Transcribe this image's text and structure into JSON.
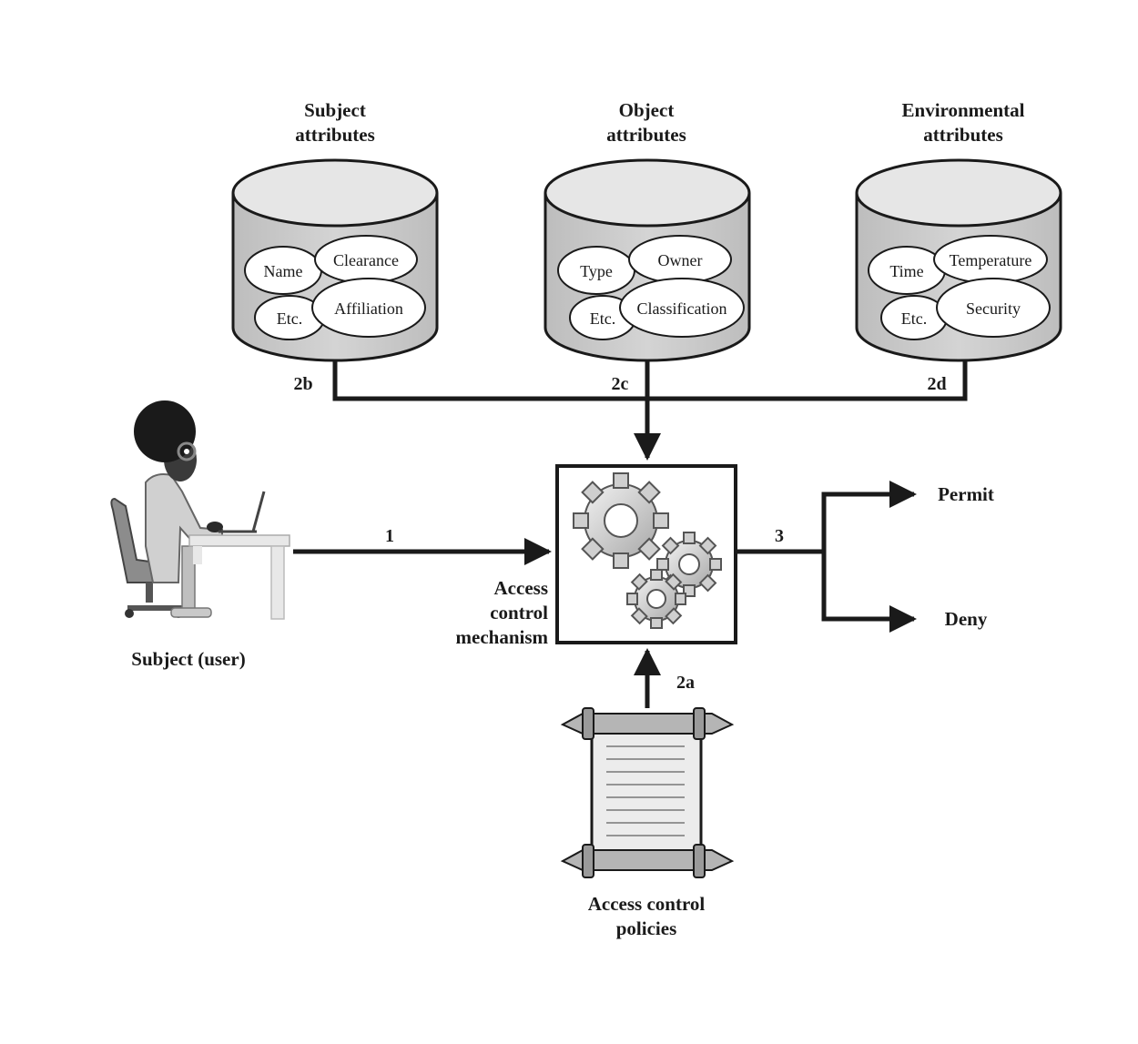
{
  "databases": [
    {
      "key": "subject",
      "title_lines": [
        "Subject",
        "attributes"
      ],
      "attributes": [
        "Name",
        "Clearance",
        "Etc.",
        "Affiliation"
      ],
      "step": "2b"
    },
    {
      "key": "object",
      "title_lines": [
        "Object",
        "attributes"
      ],
      "attributes": [
        "Type",
        "Owner",
        "Etc.",
        "Classification"
      ],
      "step": "2c"
    },
    {
      "key": "environmental",
      "title_lines": [
        "Environmental",
        "attributes"
      ],
      "attributes": [
        "Time",
        "Temperature",
        "Etc.",
        "Security"
      ],
      "step": "2d"
    }
  ],
  "subject": {
    "label": "Subject (user)",
    "step": "1"
  },
  "mechanism": {
    "label_lines": [
      "Access",
      "control",
      "mechanism"
    ],
    "step": "3"
  },
  "policies": {
    "label_lines": [
      "Access control",
      "policies"
    ],
    "step": "2a"
  },
  "outcomes": {
    "permit": "Permit",
    "deny": "Deny"
  }
}
